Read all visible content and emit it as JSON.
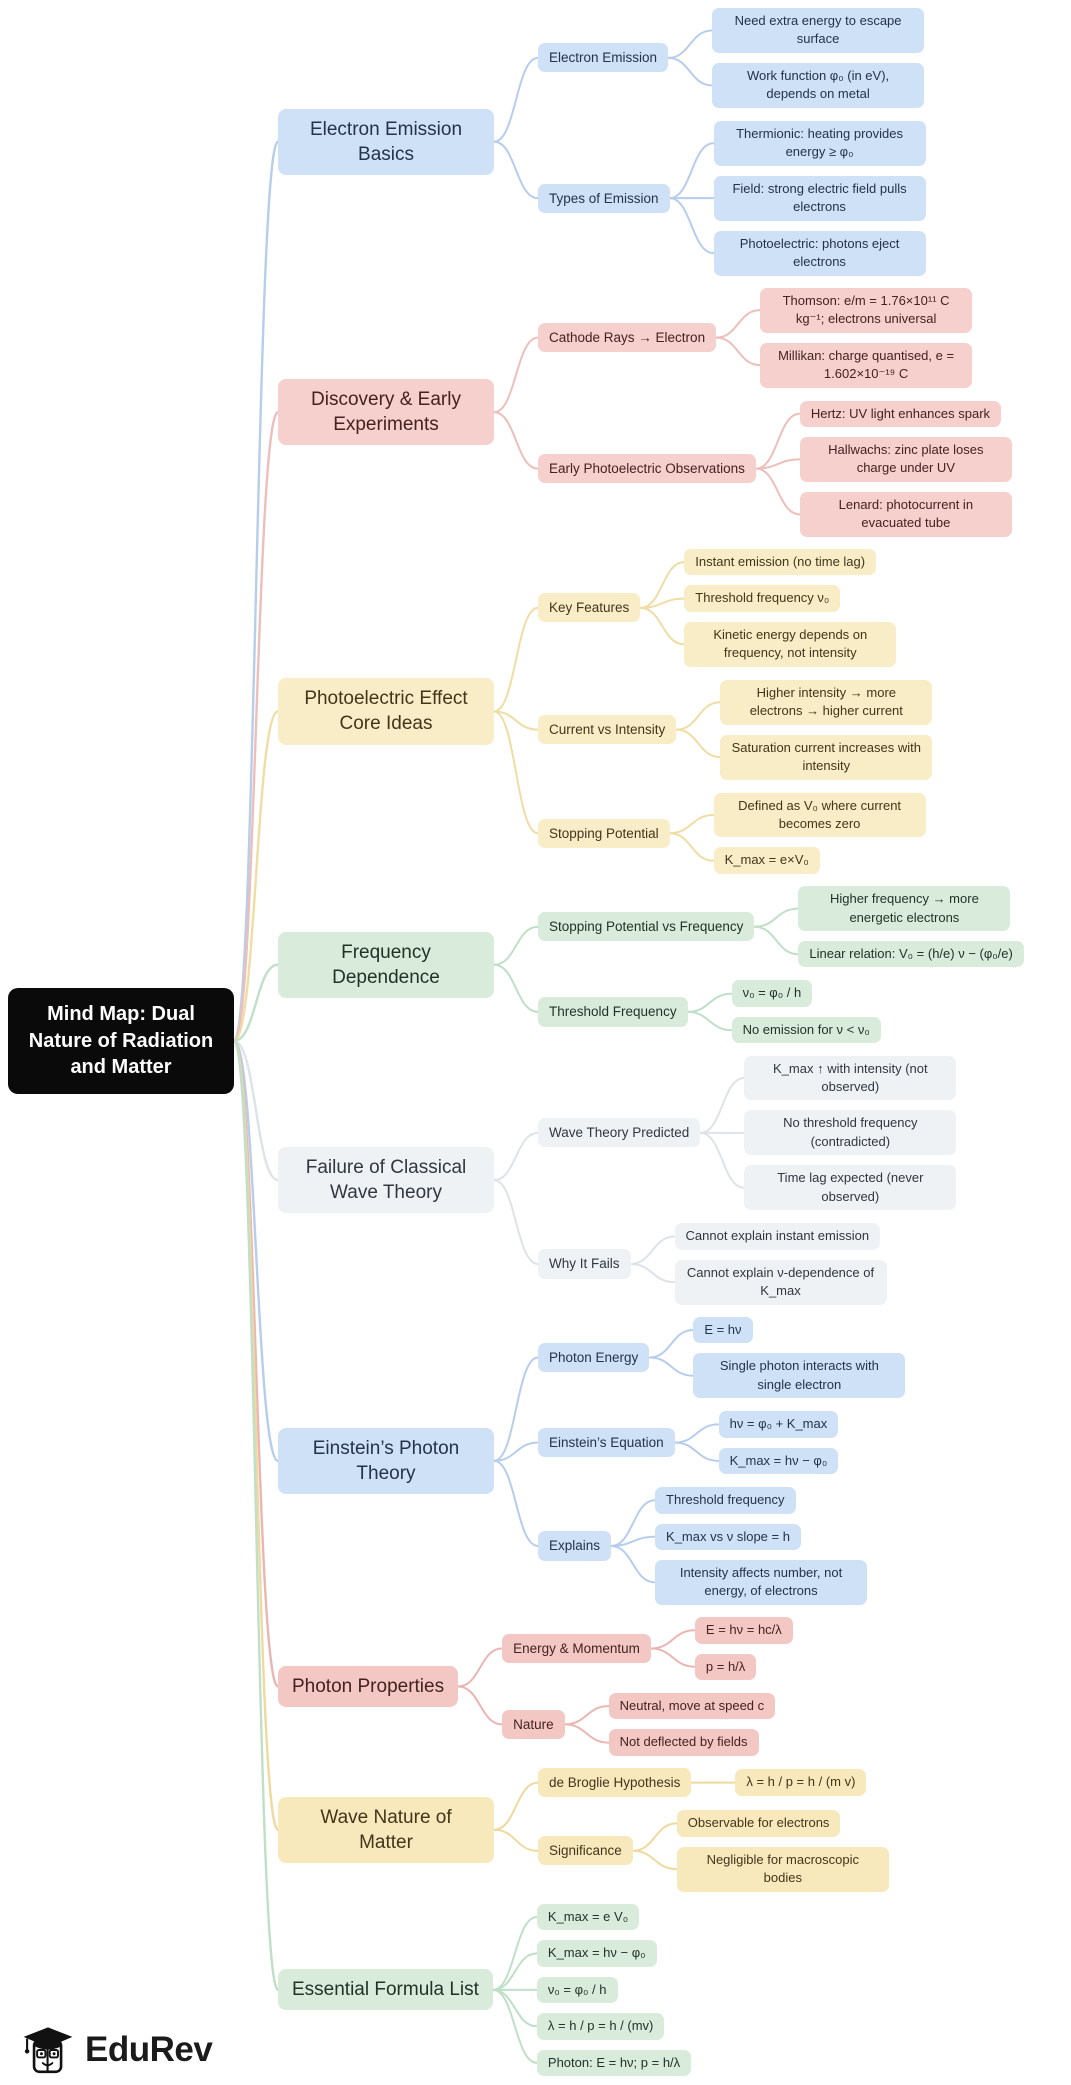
{
  "root": {
    "label": "Mind Map: Dual Nature of Radiation and Matter",
    "theme": {
      "bg": "#0a0a0a",
      "text": "#ffffff"
    }
  },
  "watermark": {
    "brand": "EduRev"
  },
  "branches": [
    {
      "id": "electron-emission-basics",
      "label": "Electron Emission Basics",
      "theme": {
        "bg": "#cfe1f6",
        "line": "#b7cdeb",
        "text": "#23344a"
      },
      "groups": [
        {
          "label": "Electron Emission",
          "leaves": [
            "Need extra energy to escape surface",
            "Work function φ₀ (in eV), depends on metal"
          ]
        },
        {
          "label": "Types of Emission",
          "leaves": [
            "Thermionic: heating provides energy ≥ φ₀",
            "Field: strong electric field pulls electrons",
            "Photoelectric: photons eject electrons"
          ]
        }
      ]
    },
    {
      "id": "discovery-early-experiments",
      "label": "Discovery & Early Experiments",
      "theme": {
        "bg": "#f5d0cc",
        "line": "#ecbfbb",
        "text": "#44221f"
      },
      "groups": [
        {
          "label": "Cathode Rays → Electron",
          "leaves": [
            "Thomson: e/m = 1.76×10¹¹ C kg⁻¹; electrons universal",
            "Millikan: charge quantised, e = 1.602×10⁻¹⁹ C"
          ]
        },
        {
          "label": "Early Photoelectric Observations",
          "leaves": [
            "Hertz: UV light enhances spark",
            "Hallwachs: zinc plate loses charge under UV",
            "Lenard: photocurrent in evacuated tube"
          ]
        }
      ]
    },
    {
      "id": "photoelectric-effect-core-ideas",
      "label": "Photoelectric Effect Core Ideas",
      "theme": {
        "bg": "#f9edc7",
        "line": "#efdda4",
        "text": "#42351a"
      },
      "groups": [
        {
          "label": "Key Features",
          "leaves": [
            "Instant emission (no time lag)",
            "Threshold frequency ν₀",
            "Kinetic energy depends on frequency, not intensity"
          ]
        },
        {
          "label": "Current vs Intensity",
          "leaves": [
            "Higher intensity → more electrons → higher current",
            "Saturation current increases with intensity"
          ]
        },
        {
          "label": "Stopping Potential",
          "leaves": [
            "Defined as V₀ where current becomes zero",
            "K_max = e×V₀"
          ]
        }
      ]
    },
    {
      "id": "frequency-dependence",
      "label": "Frequency Dependence",
      "theme": {
        "bg": "#d9ecdc",
        "line": "#c0dfc8",
        "text": "#213326"
      },
      "groups": [
        {
          "label": "Stopping Potential vs Frequency",
          "leaves": [
            "Higher frequency → more energetic electrons",
            "Linear relation: V₀ = (h/e) ν − (φ₀/e)"
          ]
        },
        {
          "label": "Threshold Frequency",
          "leaves": [
            "ν₀ = φ₀ / h",
            "No emission for ν < ν₀"
          ]
        }
      ]
    },
    {
      "id": "failure-of-classical-wave-theory",
      "label": "Failure of Classical Wave Theory",
      "theme": {
        "bg": "#eff2f5",
        "line": "#dde3e9",
        "text": "#30373f"
      },
      "groups": [
        {
          "label": "Wave Theory Predicted",
          "leaves": [
            "K_max ↑ with intensity (not observed)",
            "No threshold frequency (contradicted)",
            "Time lag expected (never observed)"
          ]
        },
        {
          "label": "Why It Fails",
          "leaves": [
            "Cannot explain instant emission",
            "Cannot explain ν-dependence of K_max"
          ]
        }
      ]
    },
    {
      "id": "einsteins-photon-theory",
      "label": "Einstein’s Photon Theory",
      "theme": {
        "bg": "#cfe1f6",
        "line": "#b7cdeb",
        "text": "#23344a"
      },
      "groups": [
        {
          "label": "Photon Energy",
          "leaves": [
            "E = hν",
            "Single photon interacts with single electron"
          ]
        },
        {
          "label": "Einstein’s Equation",
          "leaves": [
            "hν = φ₀ + K_max",
            "K_max = hν − φ₀"
          ]
        },
        {
          "label": "Explains",
          "leaves": [
            "Threshold frequency",
            "K_max vs ν slope = h",
            "Intensity affects number, not energy, of electrons"
          ]
        }
      ]
    },
    {
      "id": "photon-properties",
      "label": "Photon Properties",
      "theme": {
        "bg": "#f3c8c4",
        "line": "#eab6b2",
        "text": "#44221f"
      },
      "groups": [
        {
          "label": "Energy & Momentum",
          "leaves": [
            "E = hν = hc/λ",
            "p = h/λ"
          ]
        },
        {
          "label": "Nature",
          "leaves": [
            "Neutral, move at speed c",
            "Not deflected by fields"
          ]
        }
      ]
    },
    {
      "id": "wave-nature-of-matter",
      "label": "Wave Nature of Matter",
      "theme": {
        "bg": "#f8e9bd",
        "line": "#eed99f",
        "text": "#42351a"
      },
      "groups": [
        {
          "label": "de Broglie Hypothesis",
          "leaves": [
            "λ = h / p = h / (m v)"
          ]
        },
        {
          "label": "Significance",
          "leaves": [
            "Observable for electrons",
            "Negligible for macroscopic bodies"
          ]
        }
      ]
    },
    {
      "id": "essential-formula-list",
      "label": "Essential Formula List",
      "theme": {
        "bg": "#d9ecdc",
        "line": "#c0dfc8",
        "text": "#213326"
      },
      "groups": [
        {
          "label": null,
          "leaves": [
            "K_max = e V₀",
            "K_max = hν − φ₀",
            "ν₀ = φ₀ / h",
            "λ = h / p = h / (mv)",
            "Photon: E = hν; p = h/λ"
          ]
        }
      ]
    }
  ]
}
